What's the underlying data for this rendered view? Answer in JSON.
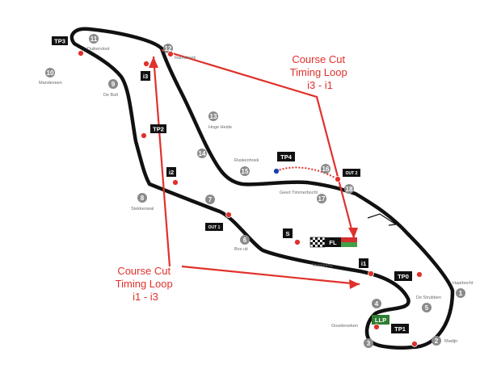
{
  "turns": [
    {
      "n": "1",
      "name": "Haarbocht"
    },
    {
      "n": "2",
      "name": "Madijn"
    },
    {
      "n": "3",
      "name": ""
    },
    {
      "n": "4",
      "name": ""
    },
    {
      "n": "5",
      "name": "De Strubben"
    },
    {
      "n": "6",
      "name": "Bos uit"
    },
    {
      "n": "7",
      "name": ""
    },
    {
      "n": "8",
      "name": "Stekkenwal"
    },
    {
      "n": "9",
      "name": "De Bult"
    },
    {
      "n": "10",
      "name": "Mandeveen"
    },
    {
      "n": "11",
      "name": "Duikersloot"
    },
    {
      "n": "12",
      "name": "Ramshoek"
    },
    {
      "n": "13",
      "name": "Hoge Heide"
    },
    {
      "n": "14",
      "name": ""
    },
    {
      "n": "15",
      "name": "Ruskenhoek"
    },
    {
      "n": "16",
      "name": ""
    },
    {
      "n": "17",
      "name": "Geert Timmerbocht"
    },
    {
      "n": "18",
      "name": ""
    }
  ],
  "corner_labels": {
    "oosebroeken": "Oosebroeken",
    "vaanslang": "Vaanslang",
    "ruskenhoek_2": "Ruskenhoek"
  },
  "markers": {
    "tp0": "TP0",
    "tp1": "TP1",
    "tp2": "TP2",
    "tp3": "TP3",
    "tp4": "TP4",
    "i1": "i1",
    "i2": "i2",
    "i3": "i3",
    "s": "S",
    "fl": "FL",
    "llp": "LLP",
    "out1": "OUT 1",
    "out2": "OUT 2"
  },
  "course_cut_top": [
    "Course Cut",
    "Timing Loop",
    "i3 - i1"
  ],
  "course_cut_bottom": [
    "Course Cut",
    "Timing Loop",
    "i1 - i3"
  ],
  "colors": {
    "track": "#111111",
    "cut_lines": "#e0312b",
    "turn_circle": "#8a8a8a",
    "llp_box": "#2e7d32"
  }
}
